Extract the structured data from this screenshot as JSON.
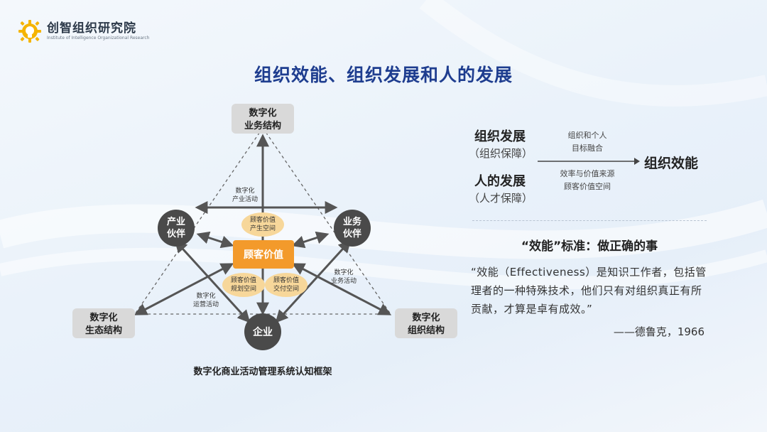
{
  "logo": {
    "name": "创智组织研究院",
    "subtitle": "Institute of Intelligence Organizational Research"
  },
  "title": "组织效能、组织发展和人的发展",
  "diagram": {
    "top_node": [
      "数字化",
      "业务结构"
    ],
    "left_node": [
      "数字化",
      "生态结构"
    ],
    "right_node": [
      "数字化",
      "组织结构"
    ],
    "partner_left": [
      "产业",
      "伙伴"
    ],
    "partner_right": [
      "业务",
      "伙伴"
    ],
    "enterprise": "企业",
    "center": "顾客价值",
    "oval_top": [
      "顾客价值",
      "产生空间"
    ],
    "oval_left": [
      "顾客价值",
      "规划空间"
    ],
    "oval_right": [
      "顾客价值",
      "交付空间"
    ],
    "label_industry": [
      "数字化",
      "产业活动"
    ],
    "label_business": [
      "数字化",
      "业务活动"
    ],
    "label_operation": [
      "数字化",
      "运营活动"
    ],
    "caption": "数字化商业活动管理系统认知框架"
  },
  "relation": {
    "org_dev": "组织发展",
    "org_dev_sub": "（组织保障）",
    "people_dev": "人的发展",
    "people_dev_sub": "（人才保障）",
    "above_arrow": [
      "组织和个人",
      "目标融合"
    ],
    "below_arrow": [
      "效率与价值来源",
      "顾客价值空间"
    ],
    "result": "组织效能"
  },
  "standard": {
    "title": "“效能”标准：做正确的事",
    "quote": "“效能（Effectiveness）是知识工作者，包括管理者的一种特殊技术，他们只有对组织真正有所贡献，才算是卓有成效。”",
    "author": "——德鲁克，1966"
  },
  "colors": {
    "title": "#1e3d8f",
    "dark_node": "#4a4a4a",
    "gray_node": "#d9d9d9",
    "center": "#f39a2b",
    "oval": "#f7d79a",
    "arrow": "#555555"
  }
}
